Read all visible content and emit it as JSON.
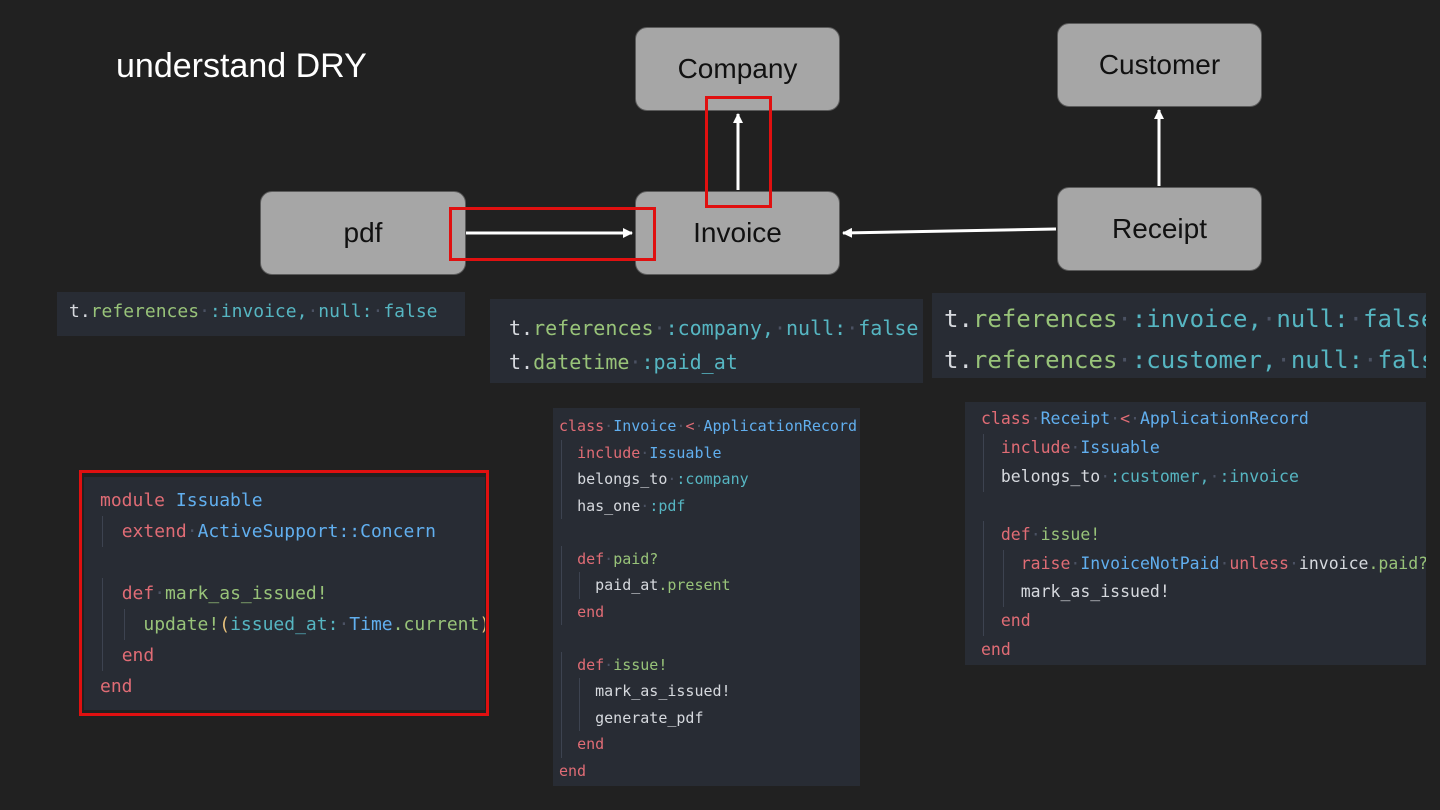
{
  "title": "understand DRY",
  "nodes": {
    "company": "Company",
    "customer": "Customer",
    "pdf": "pdf",
    "invoice": "Invoice",
    "receipt": "Receipt"
  },
  "colors": {
    "background": "#212121",
    "node_fill": "#a6a6a6",
    "highlight": "#e01010",
    "code_bg": "#282c34"
  },
  "migrations": {
    "pdf": {
      "t": "t",
      "method": "references",
      "symbol": ":invoice,",
      "key": "null:",
      "value": "false"
    },
    "invoice": {
      "line1": {
        "t": "t",
        "method": "references",
        "symbol": ":company,",
        "key": "null:",
        "value": "false"
      },
      "line2": {
        "t": "t",
        "method": "datetime",
        "symbol": ":paid_at"
      }
    },
    "receipt": {
      "line1": {
        "t": "t",
        "method": "references",
        "symbol": ":invoice,",
        "key": "null:",
        "value": "false"
      },
      "line2": {
        "t": "t",
        "method": "references",
        "symbol": ":customer,",
        "key": "null:",
        "value": "false"
      }
    }
  },
  "module_code": {
    "module_kw": "module",
    "module_name": "Issuable",
    "extend_kw": "extend",
    "concern": "ActiveSupport::Concern",
    "def_kw": "def",
    "method_name": "mark_as_issued!",
    "update_call": "update!",
    "open_paren": "(",
    "arg_key": "issued_at:",
    "time_const": "Time",
    "current": ".current",
    "close_paren": ")",
    "end_inner": "end",
    "end_outer": "end"
  },
  "invoice_code": {
    "class_kw": "class",
    "class_name": "Invoice",
    "lt": "<",
    "parent": "ApplicationRecord",
    "include_kw": "include",
    "include_name": "Issuable",
    "belongs_to": "belongs_to",
    "belongs_sym": ":company",
    "has_one": "has_one",
    "has_one_sym": ":pdf",
    "def1_kw": "def",
    "def1_name": "paid?",
    "paid_at": "paid_at",
    "present": ".present",
    "end1": "end",
    "def2_kw": "def",
    "def2_name": "issue!",
    "mark": "mark_as_issued!",
    "generate": "generate_pdf",
    "end2": "end",
    "end_class": "end"
  },
  "receipt_code": {
    "class_kw": "class",
    "class_name": "Receipt",
    "lt": "<",
    "parent": "ApplicationRecord",
    "include_kw": "include",
    "include_name": "Issuable",
    "belongs_to": "belongs_to",
    "belongs_sym1": ":customer,",
    "belongs_sym2": ":invoice",
    "def_kw": "def",
    "def_name": "issue!",
    "raise_kw": "raise",
    "exception": "InvoiceNotPaid",
    "unless_kw": "unless",
    "invoice_ref": "invoice",
    "paid_q": ".paid?",
    "mark": "mark_as_issued!",
    "end_def": "end",
    "end_class": "end"
  }
}
